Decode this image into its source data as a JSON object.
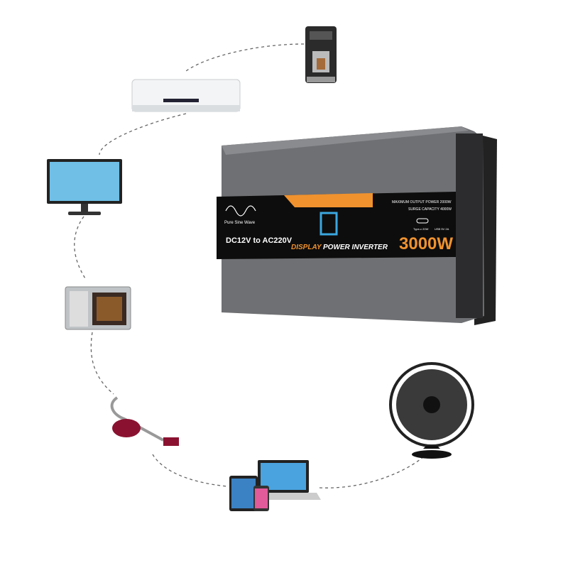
{
  "inverter": {
    "wave_label": "Pure Sine Wave",
    "voltage": "DC12V to AC220V",
    "brand_word1": "DISPLAY",
    "brand_word2": "POWER INVERTER",
    "max_output": "MAXIMUM OUTPUT POWER 2000W",
    "surge": "SURGE CAPACITY 4000W",
    "typec_label": "Type-c 20W",
    "usb_label": "USB 5V 2A",
    "wattage": "3000W"
  },
  "colors": {
    "accent": "#f0922e",
    "body": "#6f7073",
    "band": "#0d0d0d",
    "logo": "#3aa7e0"
  }
}
